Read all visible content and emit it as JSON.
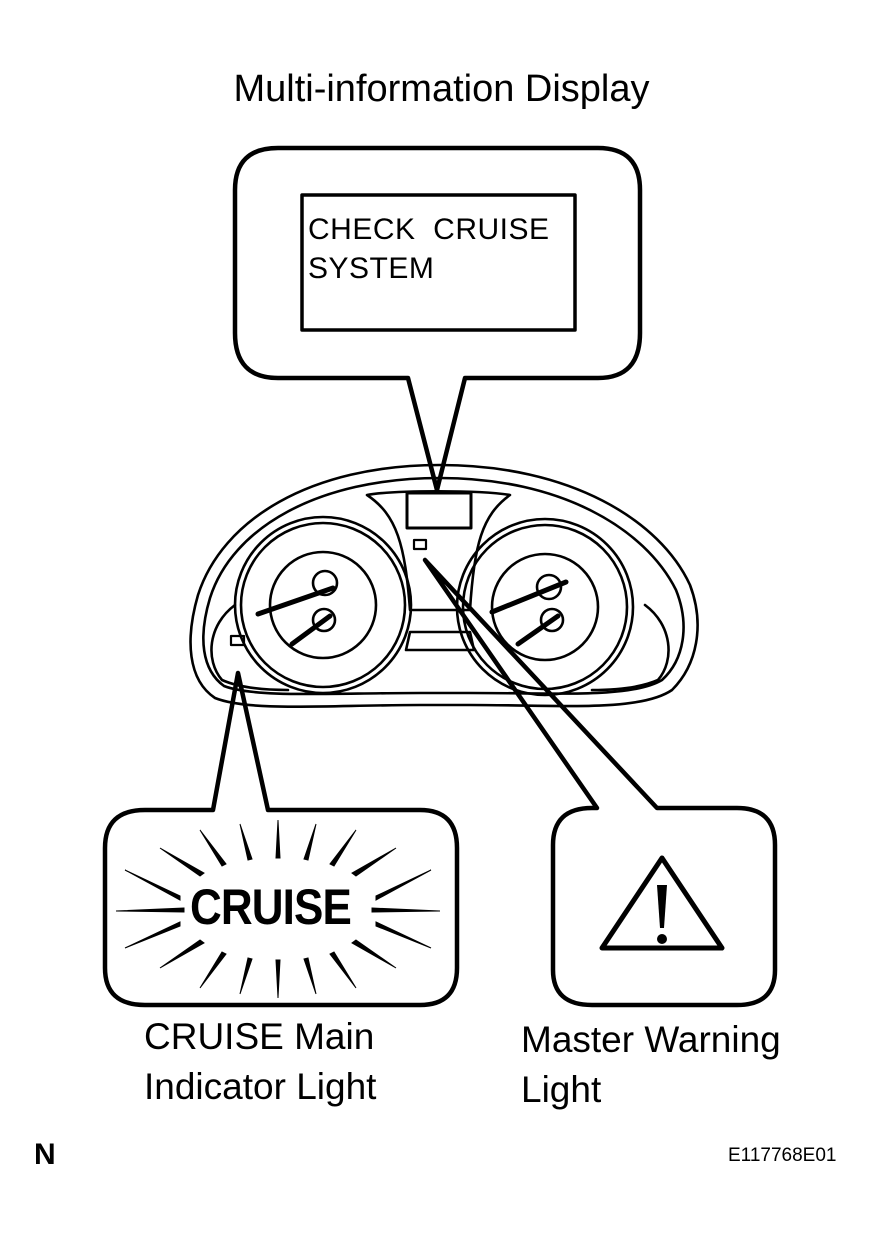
{
  "title": "Multi-information Display",
  "display_message": "CHECK  CRUISE\nSYSTEM",
  "cruise_badge_text": "CRUISE",
  "labels": {
    "cruise_indicator": "CRUISE Main\nIndicator Light",
    "master_warning": "Master Warning\nLight"
  },
  "north_marker": "N",
  "figure_id": "E117768E01",
  "icons": [
    "warning-triangle-icon",
    "gauge-needle-icon"
  ],
  "colors": {
    "line": "#000000",
    "background": "#ffffff"
  }
}
